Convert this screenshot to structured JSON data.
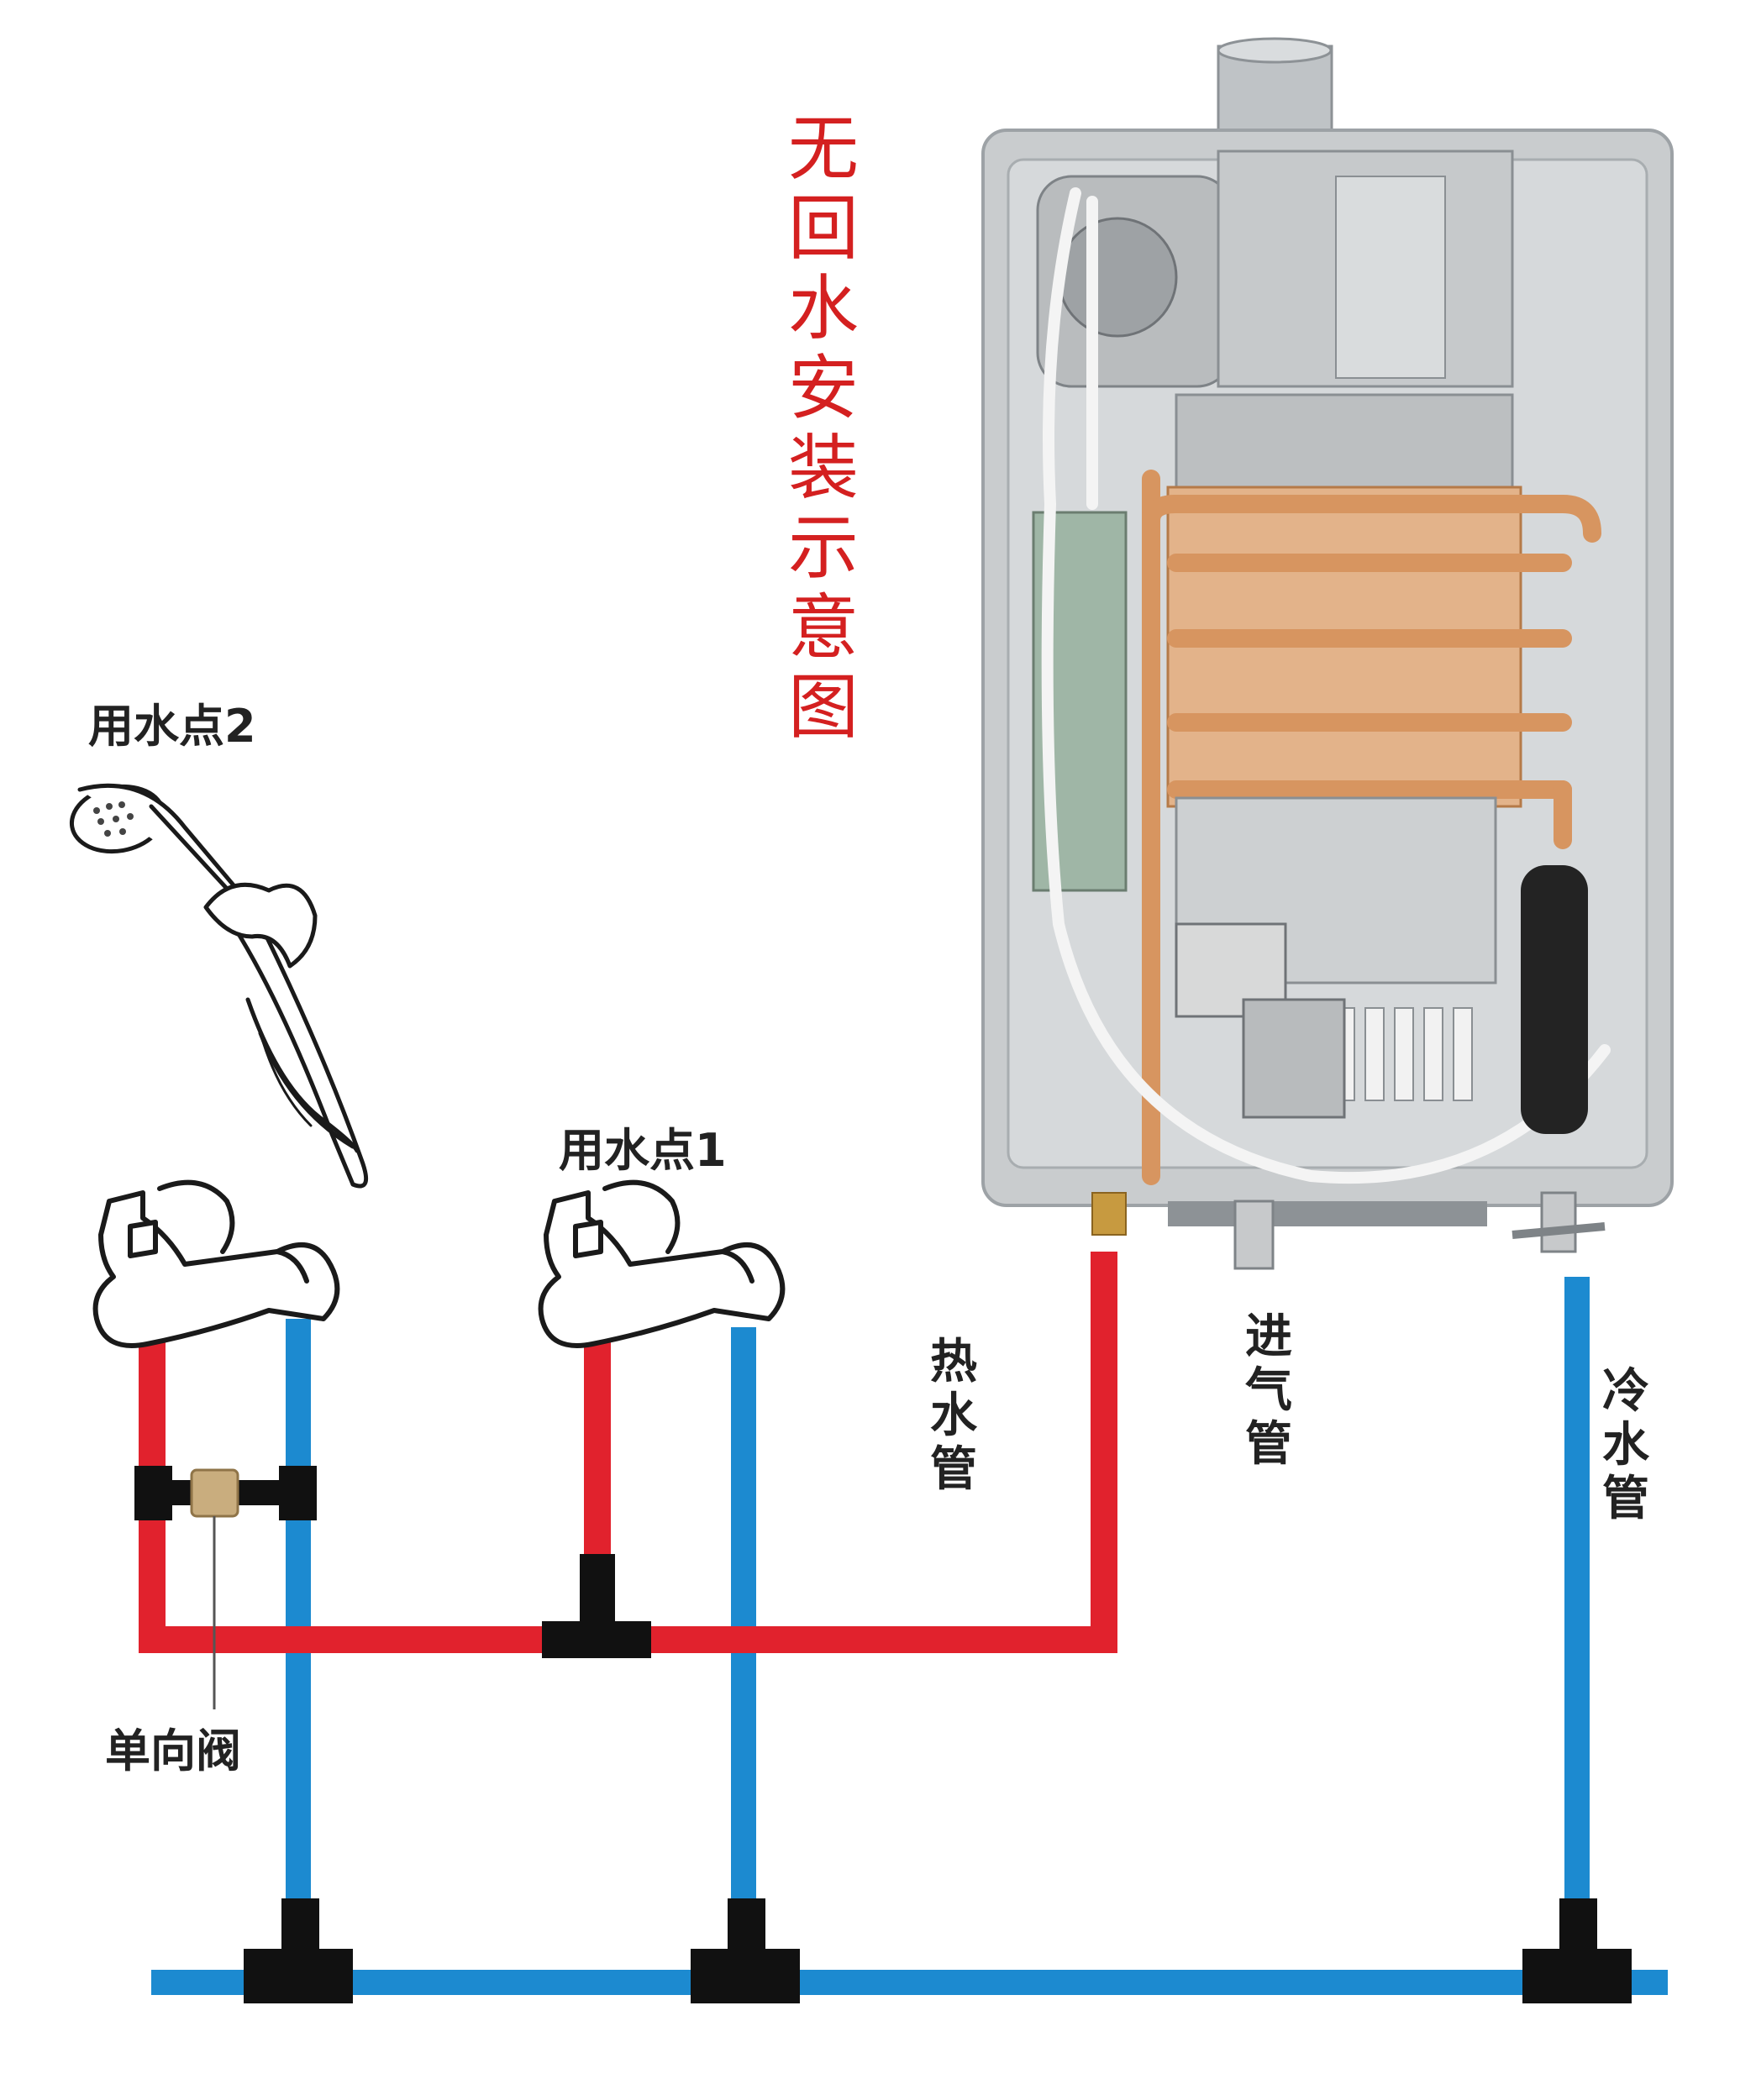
{
  "title": [
    "无",
    "回",
    "水",
    "安",
    "装",
    "示",
    "意",
    "图"
  ],
  "labels": {
    "point2": "用水点2",
    "point1": "用水点1",
    "hot_pipe": [
      "热",
      "水",
      "管"
    ],
    "gas_pipe": [
      "进",
      "气",
      "管"
    ],
    "cold_pipe": [
      "冷",
      "水",
      "管"
    ],
    "check_valve": "单向阀"
  },
  "colors": {
    "title": "#d42020",
    "hot": "#e1222d",
    "cold": "#1c8ad0",
    "fitting": "#111111",
    "heater_body": "#c9ccce",
    "copper": "#d79560"
  },
  "icons": [
    "shower-head-icon",
    "faucet-icon",
    "water-heater-icon",
    "check-valve-icon"
  ]
}
